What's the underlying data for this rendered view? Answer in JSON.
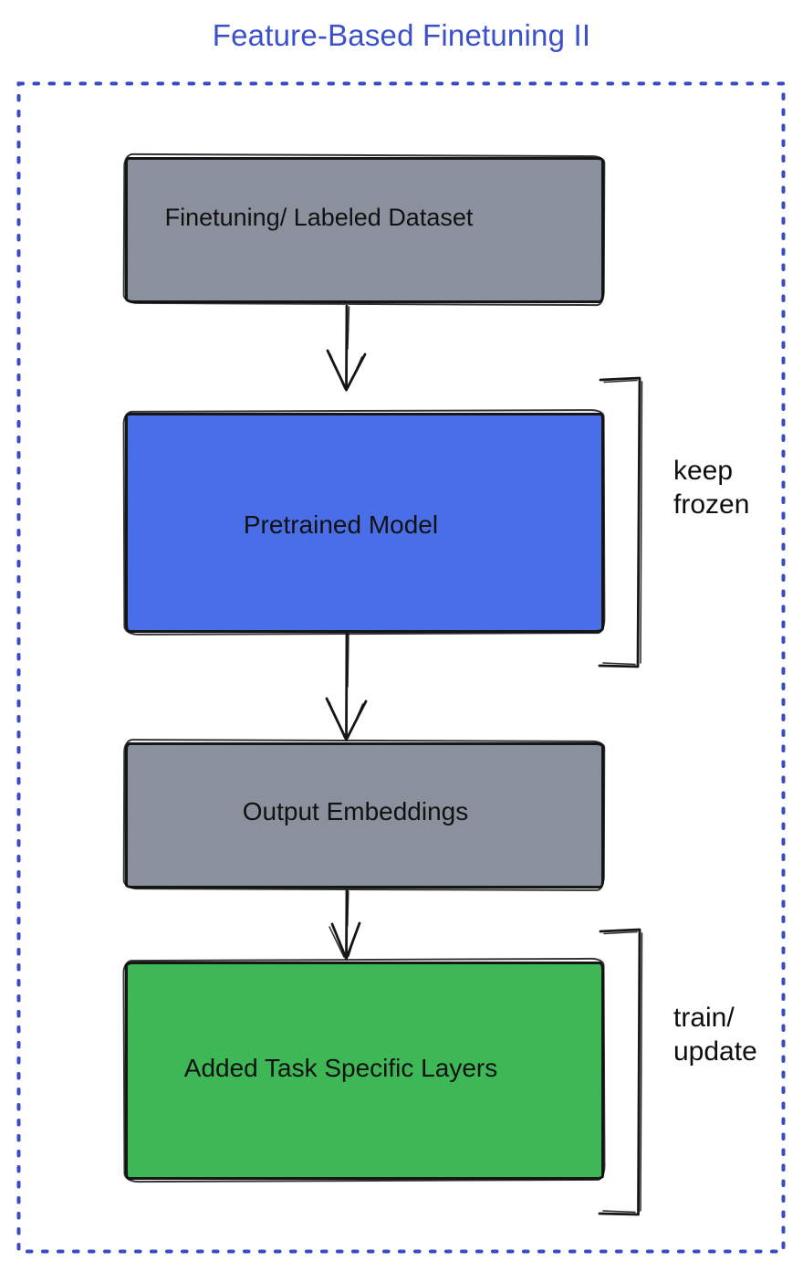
{
  "title": {
    "text": "Feature-Based Finetuning II",
    "color": "#3b50cb"
  },
  "frame": {
    "border_color": "#3a49c4",
    "style": "dashed"
  },
  "ink_color": "#161616",
  "nodes": [
    {
      "label": "Finetuning/ Labeled Dataset",
      "fill": "#8a919d"
    },
    {
      "label": "Pretrained Model",
      "fill": "#4a6ee8"
    },
    {
      "label": "Output Embeddings",
      "fill": "#8a919d"
    },
    {
      "label": "Added Task Specific Layers",
      "fill": "#3eb857"
    }
  ],
  "connectors": [
    {
      "type": "arrow-down"
    },
    {
      "type": "arrow-down"
    },
    {
      "type": "arrow-down"
    }
  ],
  "annotations": [
    {
      "lines": [
        "keep",
        "frozen"
      ],
      "applies_to": "Pretrained Model"
    },
    {
      "lines": [
        "train/",
        "update"
      ],
      "applies_to": "Added Task Specific Layers"
    }
  ]
}
